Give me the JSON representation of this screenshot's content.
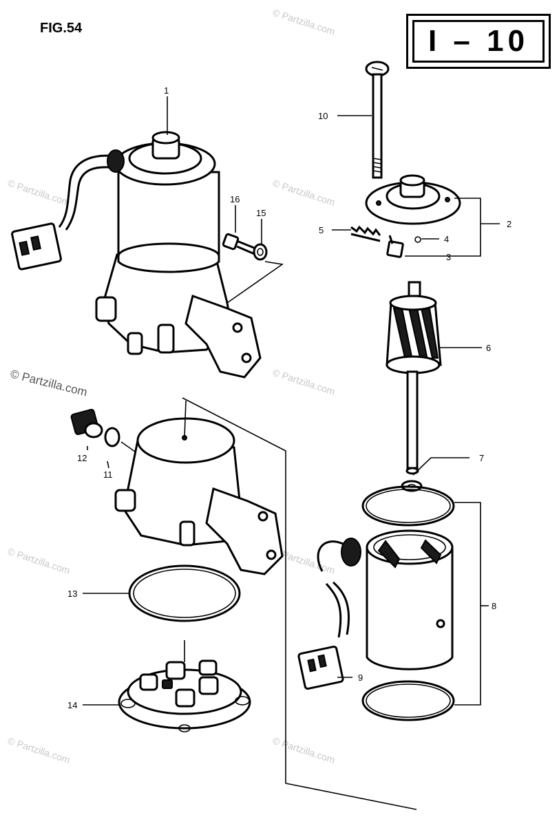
{
  "figure": {
    "label": "FIG.54",
    "page_code": "I – 10"
  },
  "watermark": {
    "text": "© Partzilla.com"
  },
  "callouts": [
    {
      "id": "1",
      "text": "1"
    },
    {
      "id": "2",
      "text": "2"
    },
    {
      "id": "3",
      "text": "3"
    },
    {
      "id": "4",
      "text": "4"
    },
    {
      "id": "5",
      "text": "5"
    },
    {
      "id": "6",
      "text": "6"
    },
    {
      "id": "7",
      "text": "7"
    },
    {
      "id": "8",
      "text": "8"
    },
    {
      "id": "9",
      "text": "9"
    },
    {
      "id": "10",
      "text": "10"
    },
    {
      "id": "11",
      "text": "11"
    },
    {
      "id": "12",
      "text": "12"
    },
    {
      "id": "13",
      "text": "13"
    },
    {
      "id": "14",
      "text": "14"
    },
    {
      "id": "15",
      "text": "15"
    },
    {
      "id": "16",
      "text": "16"
    }
  ]
}
